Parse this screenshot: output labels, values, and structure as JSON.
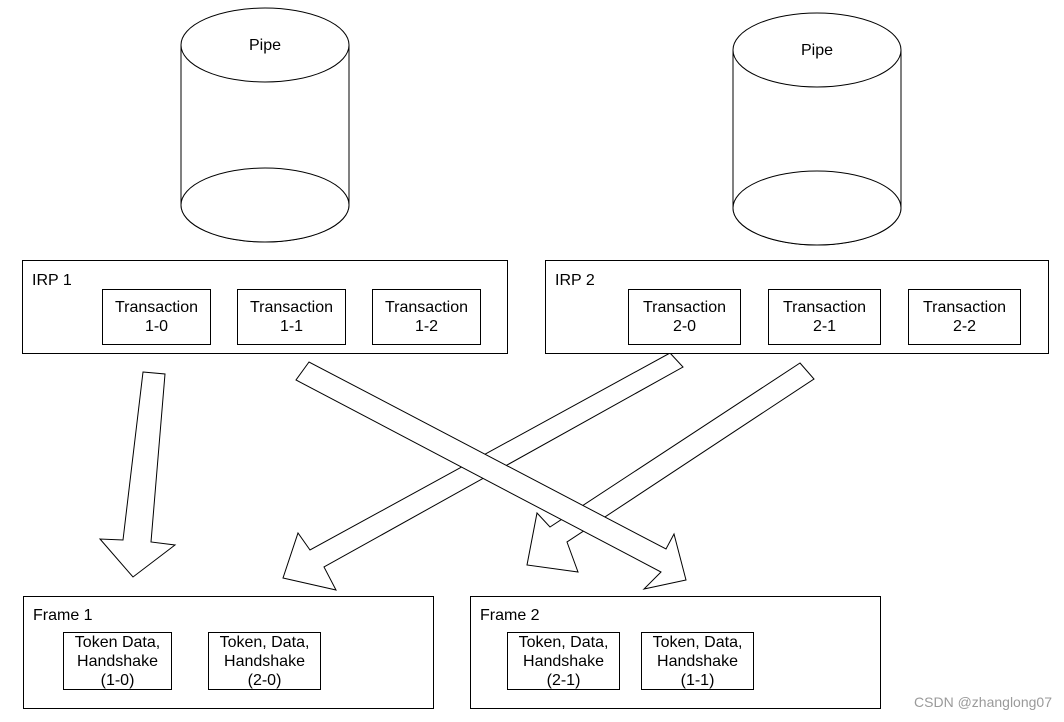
{
  "pipes": [
    {
      "label": "Pipe"
    },
    {
      "label": "Pipe"
    }
  ],
  "irps": [
    {
      "title": "IRP 1",
      "transactions": [
        {
          "line1": "Transaction",
          "line2": "1-0"
        },
        {
          "line1": "Transaction",
          "line2": "1-1"
        },
        {
          "line1": "Transaction",
          "line2": "1-2"
        }
      ]
    },
    {
      "title": "IRP 2",
      "transactions": [
        {
          "line1": "Transaction",
          "line2": "2-0"
        },
        {
          "line1": "Transaction",
          "line2": "2-1"
        },
        {
          "line1": "Transaction",
          "line2": "2-2"
        }
      ]
    }
  ],
  "frames": [
    {
      "title": "Frame 1",
      "items": [
        {
          "line1": "Token Data,",
          "line2": "Handshake",
          "line3": "(1-0)"
        },
        {
          "line1": "Token, Data,",
          "line2": "Handshake",
          "line3": "(2-0)"
        }
      ]
    },
    {
      "title": "Frame 2",
      "items": [
        {
          "line1": "Token, Data,",
          "line2": "Handshake",
          "line3": "(2-1)"
        },
        {
          "line1": "Token, Data,",
          "line2": "Handshake",
          "line3": "(1-1)"
        }
      ]
    }
  ],
  "watermark": "CSDN @zhanglong07"
}
